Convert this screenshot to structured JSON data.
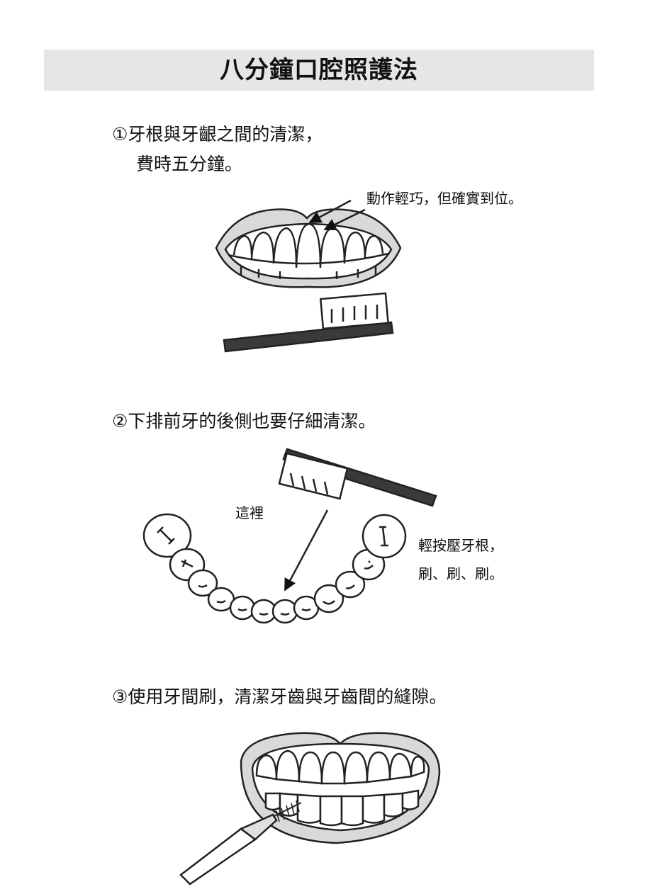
{
  "title": "八分鐘口腔照護法",
  "steps": [
    {
      "line1": "①牙根與牙齦之間的清潔，",
      "line2": "費時五分鐘。",
      "note": "動作輕巧，但確實到位。"
    },
    {
      "line1": "②下排前牙的後側也要仔細清潔。",
      "label_here": "這裡",
      "note_line1": "輕按壓牙根，",
      "note_line2": "刷、刷、刷。"
    },
    {
      "line1": "③使用牙間刷，清潔牙齒與牙齒間的縫隙。"
    }
  ]
}
